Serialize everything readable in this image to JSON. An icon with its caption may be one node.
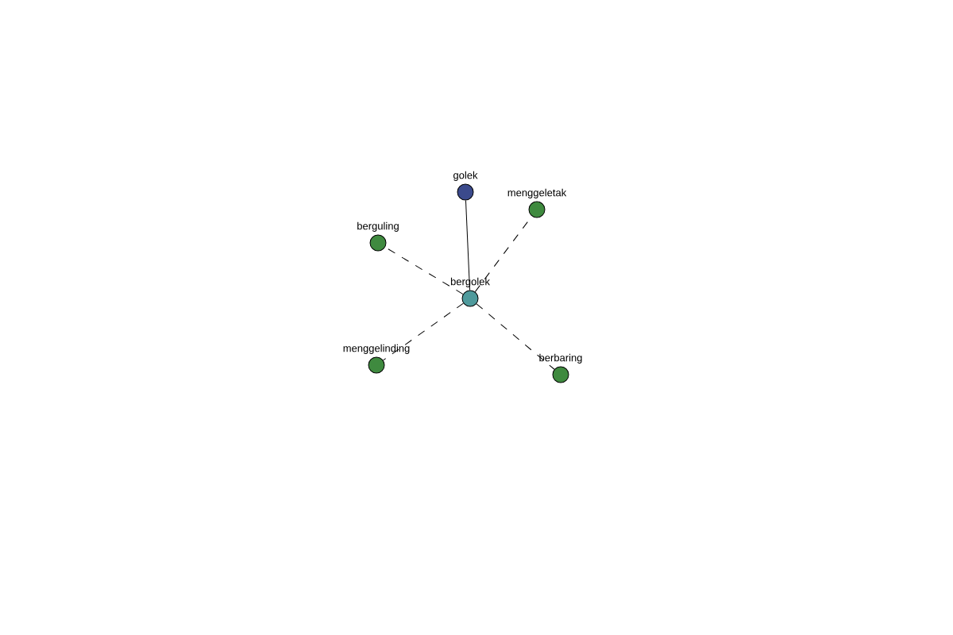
{
  "diagram": {
    "nodes": [
      {
        "text": [
          "golek"
        ]
      },
      {
        "text": [
          "menggeletak"
        ]
      },
      {
        "text": [
          "berguling"
        ]
      },
      {
        "text": [
          "bergolek"
        ]
      },
      {
        "text": [
          "menggelinding"
        ]
      },
      {
        "text": [
          "berbaring"
        ]
      }
    ],
    "edges": [
      {
        "from": 3,
        "to": 0,
        "arrow": "none"
      },
      {
        "from": 3,
        "to": 1,
        "arrow": "none",
        "style": "dashed"
      },
      {
        "from": 3,
        "to": 2,
        "arrow": "none",
        "style": "dashed"
      },
      {
        "from": 3,
        "to": 4,
        "arrow": "none",
        "style": "dashed"
      },
      {
        "from": 3,
        "to": 5,
        "arrow": "none",
        "style": "dashed"
      }
    ]
  }
}
